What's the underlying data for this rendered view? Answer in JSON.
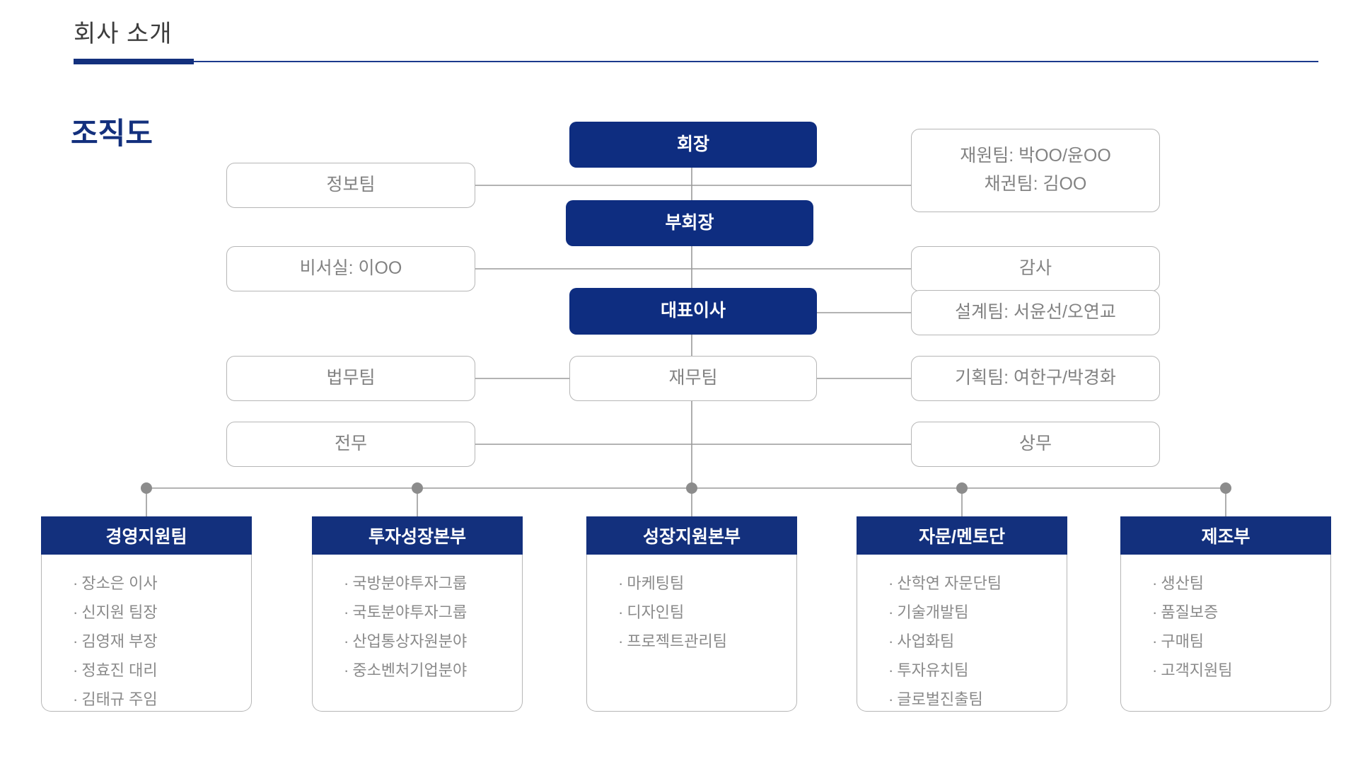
{
  "header": {
    "title": "회사 소개",
    "rule_color": "#13307d"
  },
  "chart": {
    "title": "조직도",
    "title_color": "#13307d",
    "primary_color": "#0e2d80",
    "card_header_color": "#13307d",
    "line_color": "#9a9a9a",
    "box_border_color": "#b6b6b6",
    "text_color": "#828282"
  },
  "nodes": {
    "chairman": {
      "label": "회장"
    },
    "vice_chairman": {
      "label": "부회장"
    },
    "ceo": {
      "label": "대표이사"
    },
    "info_team": {
      "label": "정보팀"
    },
    "secretary": {
      "label": "비서실: 이OO"
    },
    "legal_team": {
      "label": "법무팀"
    },
    "finance_team": {
      "label": "재무팀"
    },
    "senior_managing_director": {
      "label": "전무"
    },
    "funding_credit": {
      "line1": "재원팀: 박OO/윤OO",
      "line2": "채권팀: 김OO"
    },
    "audit": {
      "label": "감사"
    },
    "design_team": {
      "label": "설계팀: 서윤선/오연교"
    },
    "planning_team": {
      "label": "기획팀: 여한구/박경화"
    },
    "managing_director": {
      "label": "상무"
    }
  },
  "departments": [
    {
      "name": "경영지원팀",
      "members": [
        "장소은 이사",
        "신지원 팀장",
        "김영재 부장",
        "정효진 대리",
        "김태규 주임"
      ]
    },
    {
      "name": "투자성장본부",
      "members": [
        "국방분야투자그룹",
        "국토분야투자그룹",
        "산업통상자원분야",
        "중소벤처기업분야"
      ]
    },
    {
      "name": "성장지원본부",
      "members": [
        "마케팅팀",
        "디자인팀",
        "프로젝트관리팀"
      ]
    },
    {
      "name": "자문/멘토단",
      "members": [
        "산학연 자문단팀",
        "기술개발팀",
        "사업화팀",
        "투자유치팀",
        "글로벌진출팀"
      ]
    },
    {
      "name": "제조부",
      "members": [
        "생산팀",
        "품질보증",
        "구매팀",
        "고객지원팀"
      ]
    }
  ],
  "bullet": "·"
}
